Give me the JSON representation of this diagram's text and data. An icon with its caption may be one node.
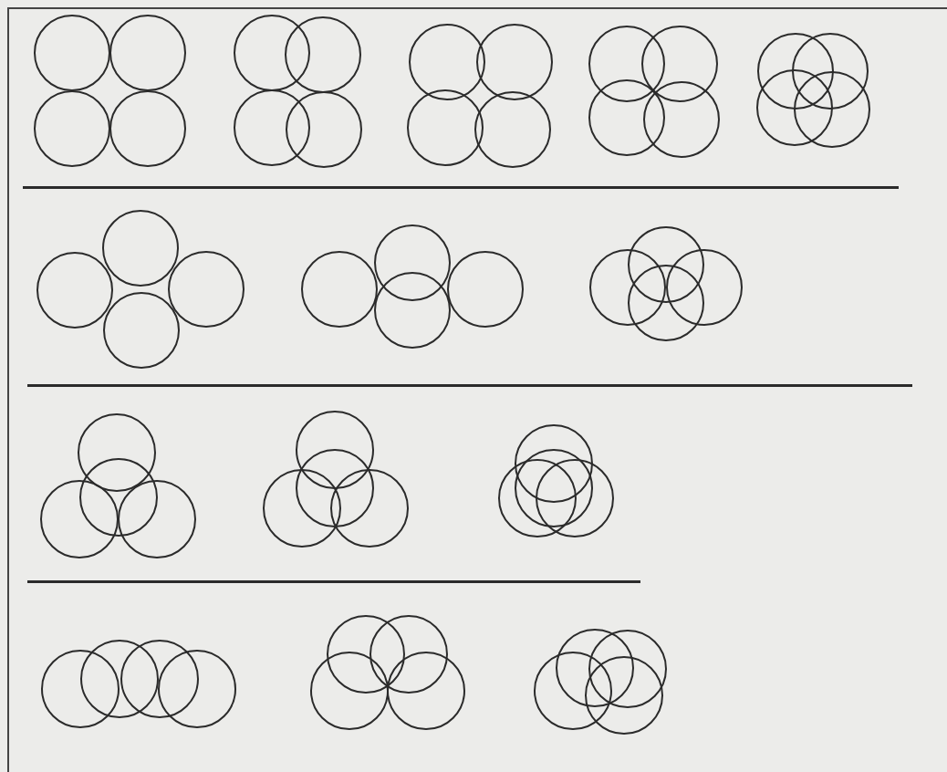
{
  "diagram": {
    "nodes": [
      {
        "text": [],
        "shape": "circle"
      },
      {
        "text": [],
        "shape": "circle"
      },
      {
        "text": [],
        "shape": "circle"
      },
      {
        "text": [],
        "shape": "circle"
      },
      {
        "text": [],
        "shape": "circle"
      },
      {
        "text": [],
        "shape": "circle"
      },
      {
        "text": [],
        "shape": "circle"
      },
      {
        "text": [],
        "shape": "circle"
      },
      {
        "text": [],
        "shape": "circle"
      },
      {
        "text": [],
        "shape": "circle"
      },
      {
        "text": [],
        "shape": "circle"
      },
      {
        "text": [],
        "shape": "circle"
      },
      {
        "text": [],
        "shape": "circle"
      },
      {
        "text": [],
        "shape": "circle"
      },
      {
        "text": [],
        "shape": "circle"
      },
      {
        "text": [],
        "shape": "circle"
      },
      {
        "text": [],
        "shape": "circle"
      },
      {
        "text": [],
        "shape": "circle"
      },
      {
        "text": [],
        "shape": "circle"
      },
      {
        "text": [],
        "shape": "circle"
      },
      {
        "text": [],
        "shape": "circle"
      },
      {
        "text": [],
        "shape": "circle"
      },
      {
        "text": [],
        "shape": "circle"
      },
      {
        "text": [],
        "shape": "circle"
      },
      {
        "text": [],
        "shape": "circle"
      },
      {
        "text": [],
        "shape": "circle"
      },
      {
        "text": [],
        "shape": "circle"
      },
      {
        "text": [],
        "shape": "circle"
      },
      {
        "text": [],
        "shape": "circle"
      },
      {
        "text": [],
        "shape": "circle"
      },
      {
        "text": [],
        "shape": "circle"
      },
      {
        "text": [],
        "shape": "circle"
      },
      {
        "text": [],
        "shape": "circle"
      },
      {
        "text": [],
        "shape": "circle"
      },
      {
        "text": [],
        "shape": "circle"
      },
      {
        "text": [],
        "shape": "circle"
      },
      {
        "text": [],
        "shape": "circle"
      },
      {
        "text": [],
        "shape": "circle"
      },
      {
        "text": [],
        "shape": "circle"
      },
      {
        "text": [],
        "shape": "circle"
      },
      {
        "text": [],
        "shape": "circle"
      },
      {
        "text": [],
        "shape": "circle"
      },
      {
        "text": [],
        "shape": "circle"
      },
      {
        "text": [],
        "shape": "circle"
      },
      {
        "text": [],
        "shape": "circle"
      },
      {
        "text": [],
        "shape": "circle"
      },
      {
        "text": [],
        "shape": "circle"
      },
      {
        "text": [],
        "shape": "circle"
      },
      {
        "text": [],
        "shape": "circle"
      },
      {
        "text": [],
        "shape": "circle"
      },
      {
        "text": [],
        "shape": "circle"
      },
      {
        "text": [],
        "shape": "circle"
      },
      {
        "text": [],
        "shape": "circle"
      },
      {
        "text": [],
        "shape": "circle"
      },
      {
        "text": [],
        "shape": "circle"
      },
      {
        "text": [],
        "shape": "circle"
      }
    ]
  }
}
